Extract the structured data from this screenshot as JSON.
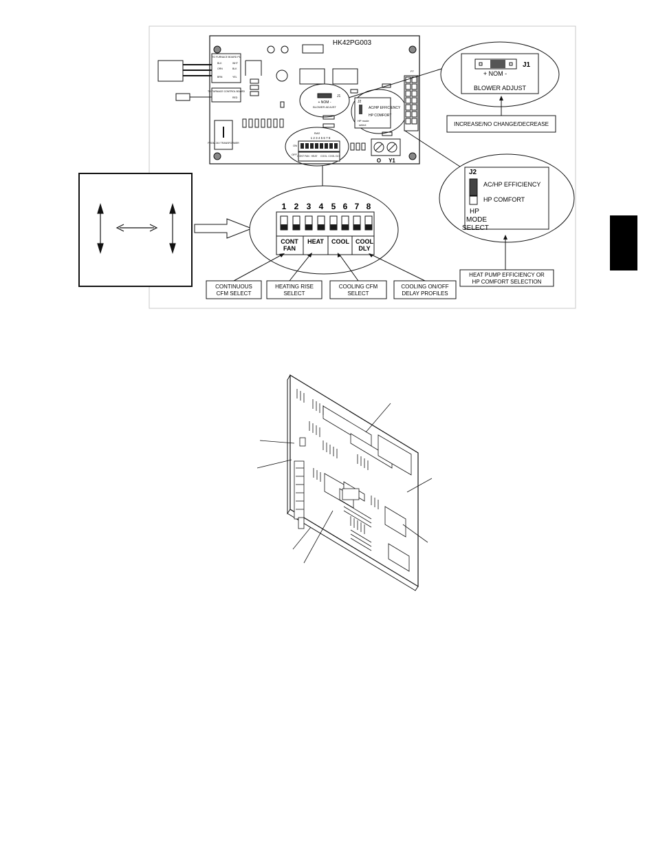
{
  "top_diagram": {
    "board_title": "HK42PG003",
    "harness_label_1": "TO FURNACE BOARD P1",
    "harness_label_2": "TO FURNACE CONTROL BOARD",
    "wire_labels": [
      "BLK",
      "WHT",
      "ORN",
      "BLK",
      "BRN",
      "YEL",
      "RED"
    ],
    "transformer_label": "FROM 24V TRANSFORMER",
    "small_j1": "J1",
    "small_nom": "+ NOM -",
    "small_blower_adjust": "BLOWER ADJUST",
    "small_j2": "J2",
    "small_ac_hp": "AC/HP EFFICIENCY",
    "small_hp_comfort": "HP COMFORT",
    "small_hp_mode": "HP mode",
    "small_select": "select",
    "p7_label": "P7",
    "sw2_label": "SW2",
    "small_sw_numbers": "1 2 3 4 5 6 7 8",
    "small_on": "ON",
    "small_off": "OFF",
    "small_groups": [
      "CONT FAN",
      "HEAT",
      "COOL",
      "COOL DLY"
    ],
    "terminal_labels": [
      "O",
      "Y1"
    ],
    "j1_zoom": {
      "label": "J1",
      "nom": "+ NOM -",
      "caption": "BLOWER ADJUST"
    },
    "j1_callout": "INCREASE/NO CHANGE/DECREASE",
    "j2_zoom": {
      "label": "J2",
      "ac_hp": "AC/HP EFFICIENCY",
      "hp_comfort": "HP COMFORT",
      "hp": "HP",
      "mode": "MODE",
      "select": "SELECT"
    },
    "j2_callout_1": "HEAT PUMP EFFICIENCY OR",
    "j2_callout_2": "HP COMFORT SELECTION",
    "dip_zoom": {
      "numbers": [
        "1",
        "2",
        "3",
        "4",
        "5",
        "6",
        "7",
        "8"
      ],
      "groups": [
        {
          "line1": "CONT",
          "line2": "FAN"
        },
        {
          "line1": "HEAT",
          "line2": ""
        },
        {
          "line1": "COOL",
          "line2": ""
        },
        {
          "line1": "COOL",
          "line2": "DLY"
        }
      ]
    },
    "callouts": [
      {
        "line1": "CONTINUOUS",
        "line2": "CFM SELECT"
      },
      {
        "line1": "HEATING RISE",
        "line2": "SELECT"
      },
      {
        "line1": "COOLING CFM",
        "line2": "SELECT"
      },
      {
        "line1": "COOLING ON/OFF",
        "line2": "DELAY PROFILES"
      }
    ]
  },
  "colors": {
    "line": "#111111",
    "frame": "#bdbdbd",
    "board_fill": "#ffffff",
    "switch_fill": "#1a1a1a",
    "tab": "#000000"
  }
}
